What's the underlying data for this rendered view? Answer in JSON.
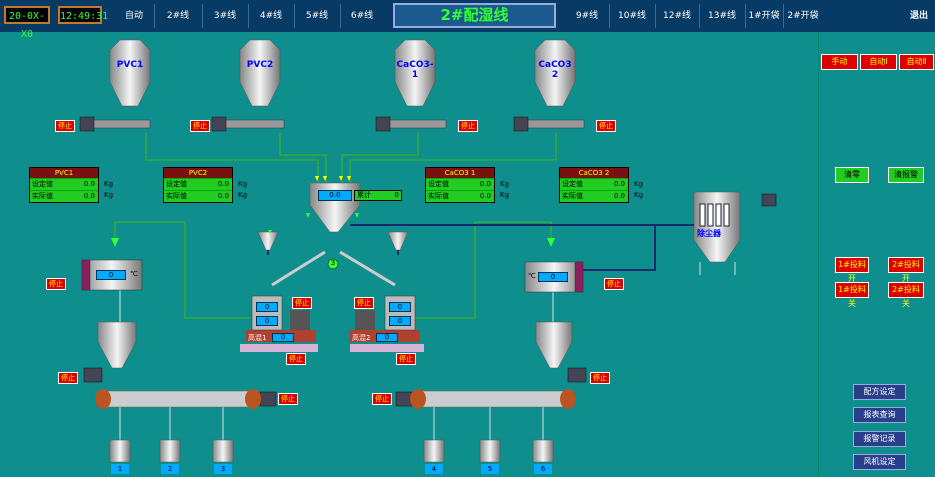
{
  "header": {
    "date": "20-0X-X0",
    "time": "12:49:31",
    "title": "2#配湿线",
    "exit_label": "退出",
    "nav_left": [
      "自动",
      "2#线",
      "3#线",
      "4#线",
      "5#线",
      "6#线"
    ],
    "nav_right": [
      "9#线",
      "10#线",
      "12#线",
      "13#线",
      "1#开袋",
      "2#开袋"
    ]
  },
  "mode_buttons": [
    "手动",
    "自动Ⅰ",
    "自动Ⅱ"
  ],
  "clear_buttons": [
    "清零",
    "清报警"
  ],
  "feed_buttons": [
    "1#投料开",
    "2#投料开",
    "1#投料关",
    "2#投料关"
  ],
  "bottom_buttons": [
    "配方设定",
    "报表查询",
    "报警记录",
    "风机设定"
  ],
  "silos": [
    "PVC1",
    "PVC2",
    "CaCO3-1",
    "CaCO3 2"
  ],
  "stop_label": "停止",
  "info_tables": [
    {
      "name": "PVC1",
      "rows": [
        {
          "label": "设定值",
          "value": "0.0",
          "unit": "Kg"
        },
        {
          "label": "实际值",
          "value": "0.0",
          "unit": "Kg"
        }
      ]
    },
    {
      "name": "PVC2",
      "rows": [
        {
          "label": "设定值",
          "value": "0.0",
          "unit": "Kg"
        },
        {
          "label": "实际值",
          "value": "0.0",
          "unit": "Kg"
        }
      ]
    },
    {
      "name": "CaCO3 1",
      "rows": [
        {
          "label": "设定值",
          "value": "0.0",
          "unit": "Kg"
        },
        {
          "label": "实际值",
          "value": "0.0",
          "unit": "Kg"
        }
      ]
    },
    {
      "name": "CaCO3 2",
      "rows": [
        {
          "label": "设定值",
          "value": "0.0",
          "unit": "Kg"
        },
        {
          "label": "实际值",
          "value": "0.0",
          "unit": "Kg"
        }
      ]
    }
  ],
  "scale": {
    "value": "0.0",
    "label": "累计",
    "total": "0"
  },
  "dust_collector": "除尘器",
  "heaters": [
    {
      "value": "0",
      "unit": "℃"
    },
    {
      "value": "0",
      "unit": "℃"
    }
  ],
  "mixers": [
    {
      "label": "高混1",
      "v1": "0",
      "v2": "0"
    },
    {
      "label": "高混2",
      "v1": "0",
      "v2": "0"
    }
  ],
  "valve_number": "3",
  "outlets": [
    "1",
    "2",
    "3",
    "4",
    "5",
    "6"
  ]
}
